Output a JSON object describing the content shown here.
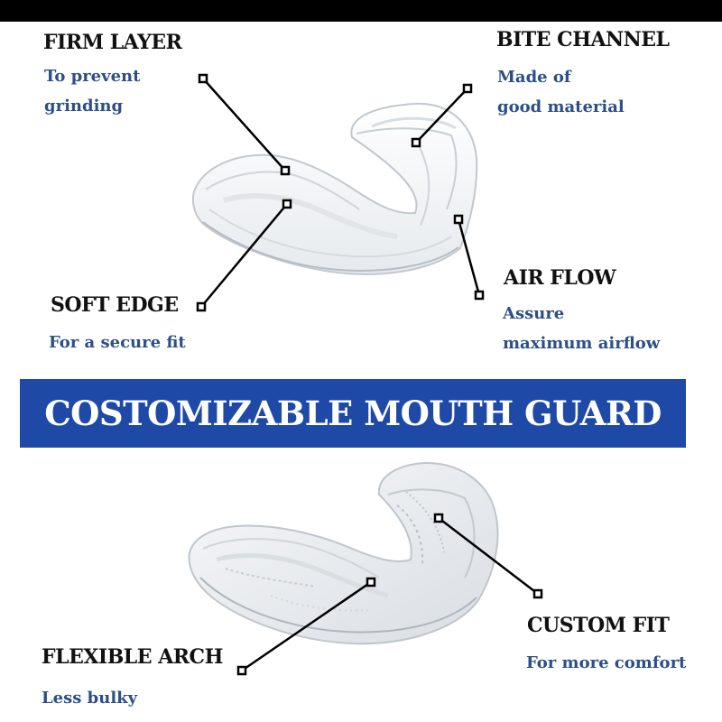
{
  "colors": {
    "title": "#111111",
    "description": "#2c4f86",
    "banner": "#1e49a6",
    "banner_text": "#ffffff",
    "leader_line": "#000000",
    "top_bar": "#000000"
  },
  "features": {
    "firm_layer": {
      "title": "FIRM LAYER",
      "line1": "To prevent",
      "line2": "grinding"
    },
    "bite_channel": {
      "title": "BITE CHANNEL",
      "line1": "Made of",
      "line2": "good material"
    },
    "soft_edge": {
      "title": "SOFT EDGE",
      "line1": "For a secure fit"
    },
    "air_flow": {
      "title": "AIR FLOW",
      "line1": "Assure",
      "line2": "maximum airflow"
    },
    "custom_fit": {
      "title": "CUSTOM FIT",
      "line1": "For more comfort"
    },
    "flexible_arch": {
      "title": "FLEXIBLE ARCH",
      "line1": "Less bulky"
    }
  },
  "banner": {
    "text": "COSTOMIZABLE MOUTH GUARD"
  },
  "images": {
    "top": "mouth-guard-smooth",
    "bottom": "mouth-guard-molded"
  }
}
